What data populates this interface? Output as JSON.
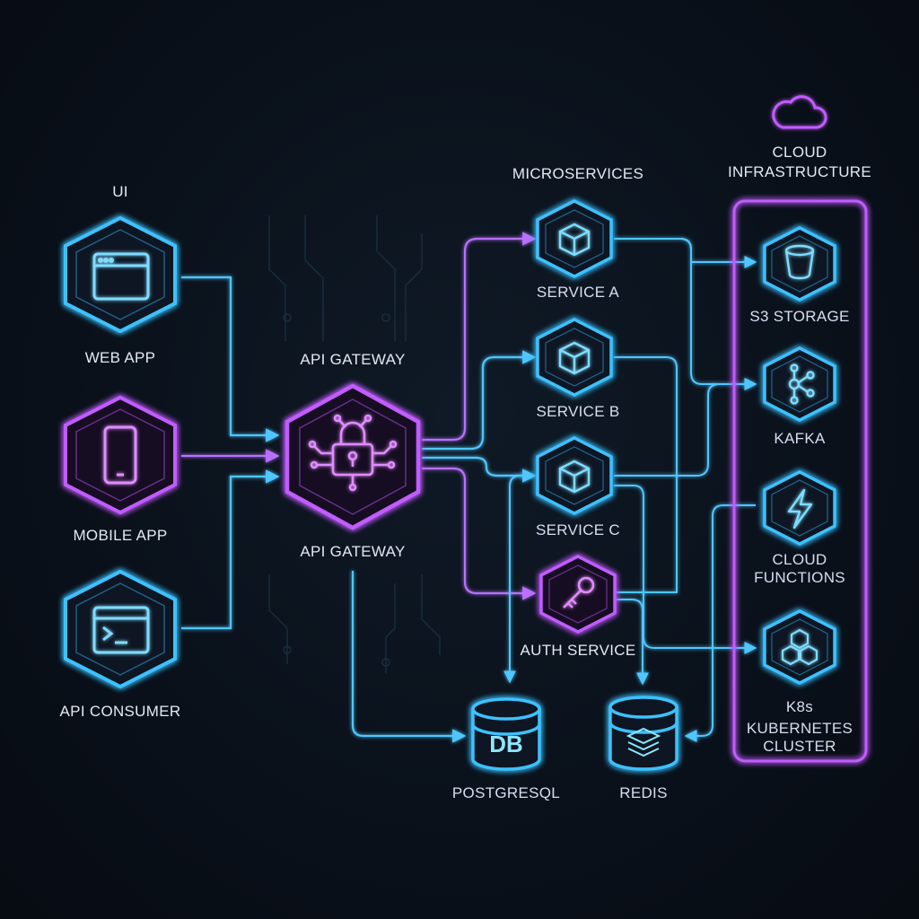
{
  "labels": {
    "ui": "UI",
    "web_app": "WEB APP",
    "mobile_app": "MOBILE APP",
    "api_consumer": "API CONSUMER",
    "api_gateway_top": "API GATEWAY",
    "api_gateway_bottom": "API GATEWAY",
    "microservices": "MICROSERVICES",
    "service_a": "SERVICE A",
    "service_b": "SERVICE B",
    "service_c": "SERVICE C",
    "auth_service": "AUTH SERVICE",
    "postgresql": "POSTGRESQL",
    "db_icon_text": "DB",
    "redis": "REDIS",
    "cloud_line1": "CLOUD",
    "cloud_line2": "INFRASTRUCTURE",
    "s3_storage": "S3 STORAGE",
    "kafka": "KAFKA",
    "cloud_functions_line1": "CLOUD",
    "cloud_functions_line2": "FUNCTIONS",
    "k8s": "K8s",
    "kubernetes_line1": "KUBERNETES",
    "kubernetes_line2": "CLUSTER"
  },
  "icons": {
    "web_app": "browser-window-icon",
    "mobile_app": "smartphone-icon",
    "api_consumer": "terminal-icon",
    "api_gateway": "padlock-circuit-icon",
    "services": "cube-icon",
    "auth_service": "key-icon",
    "postgresql": "database-icon",
    "redis": "redis-stack-icon",
    "cloud": "cloud-icon",
    "s3": "bucket-icon",
    "kafka": "kafka-icon",
    "functions": "lightning-icon",
    "kubernetes": "hexagon-cluster-icon"
  },
  "colors": {
    "blue": "#3ec1ff",
    "purple": "#c15cff",
    "background": "#0a111b"
  }
}
